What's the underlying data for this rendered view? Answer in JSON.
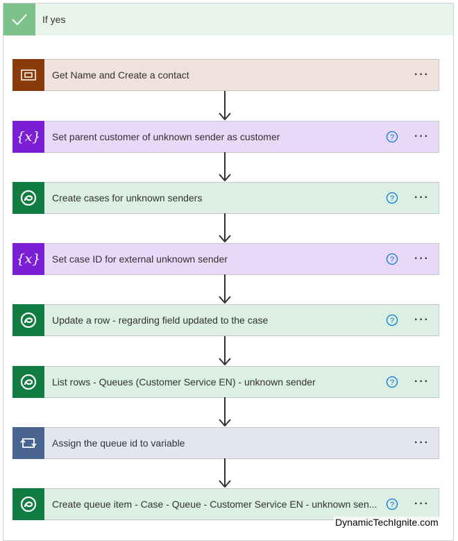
{
  "condition": {
    "title": "If yes"
  },
  "steps": [
    {
      "label": "Get Name and Create a contact",
      "icon": "scope-icon",
      "theme": "contact",
      "help": false
    },
    {
      "label": "Set parent customer of unknown sender as customer",
      "icon": "variable-icon",
      "theme": "variable",
      "help": true
    },
    {
      "label": "Create cases for unknown senders",
      "icon": "dataverse-icon",
      "theme": "dataverse",
      "help": true
    },
    {
      "label": "Set case ID for external unknown sender",
      "icon": "variable-icon",
      "theme": "variable",
      "help": true
    },
    {
      "label": "Update a row - regarding field updated to the case",
      "icon": "dataverse-icon",
      "theme": "dataverse",
      "help": true
    },
    {
      "label": "List rows - Queues (Customer Service EN) - unknown sender",
      "icon": "dataverse-icon",
      "theme": "dataverse",
      "help": true
    },
    {
      "label": "Assign the queue id to variable",
      "icon": "apply-to-each-icon",
      "theme": "apply",
      "help": false
    },
    {
      "label": "Create queue item - Case - Queue - Customer Service EN - unknown sen...",
      "icon": "dataverse-icon",
      "theme": "dataverse",
      "help": true
    }
  ],
  "more_glyph": "···",
  "watermark": "DynamicTechIgnite.com",
  "colors": {
    "header_bg": "#e8f4ea",
    "header_check": "#7cc28a",
    "contact_icon": "#8a3b0a",
    "contact_bg": "#f0e1da",
    "variable_icon": "#7a1fd6",
    "variable_bg": "#ead8f9",
    "dataverse_icon": "#107c41",
    "dataverse_bg": "#dcefe4",
    "apply_icon": "#4a6491",
    "apply_bg": "#e3e6f1",
    "help": "#0078d4"
  }
}
